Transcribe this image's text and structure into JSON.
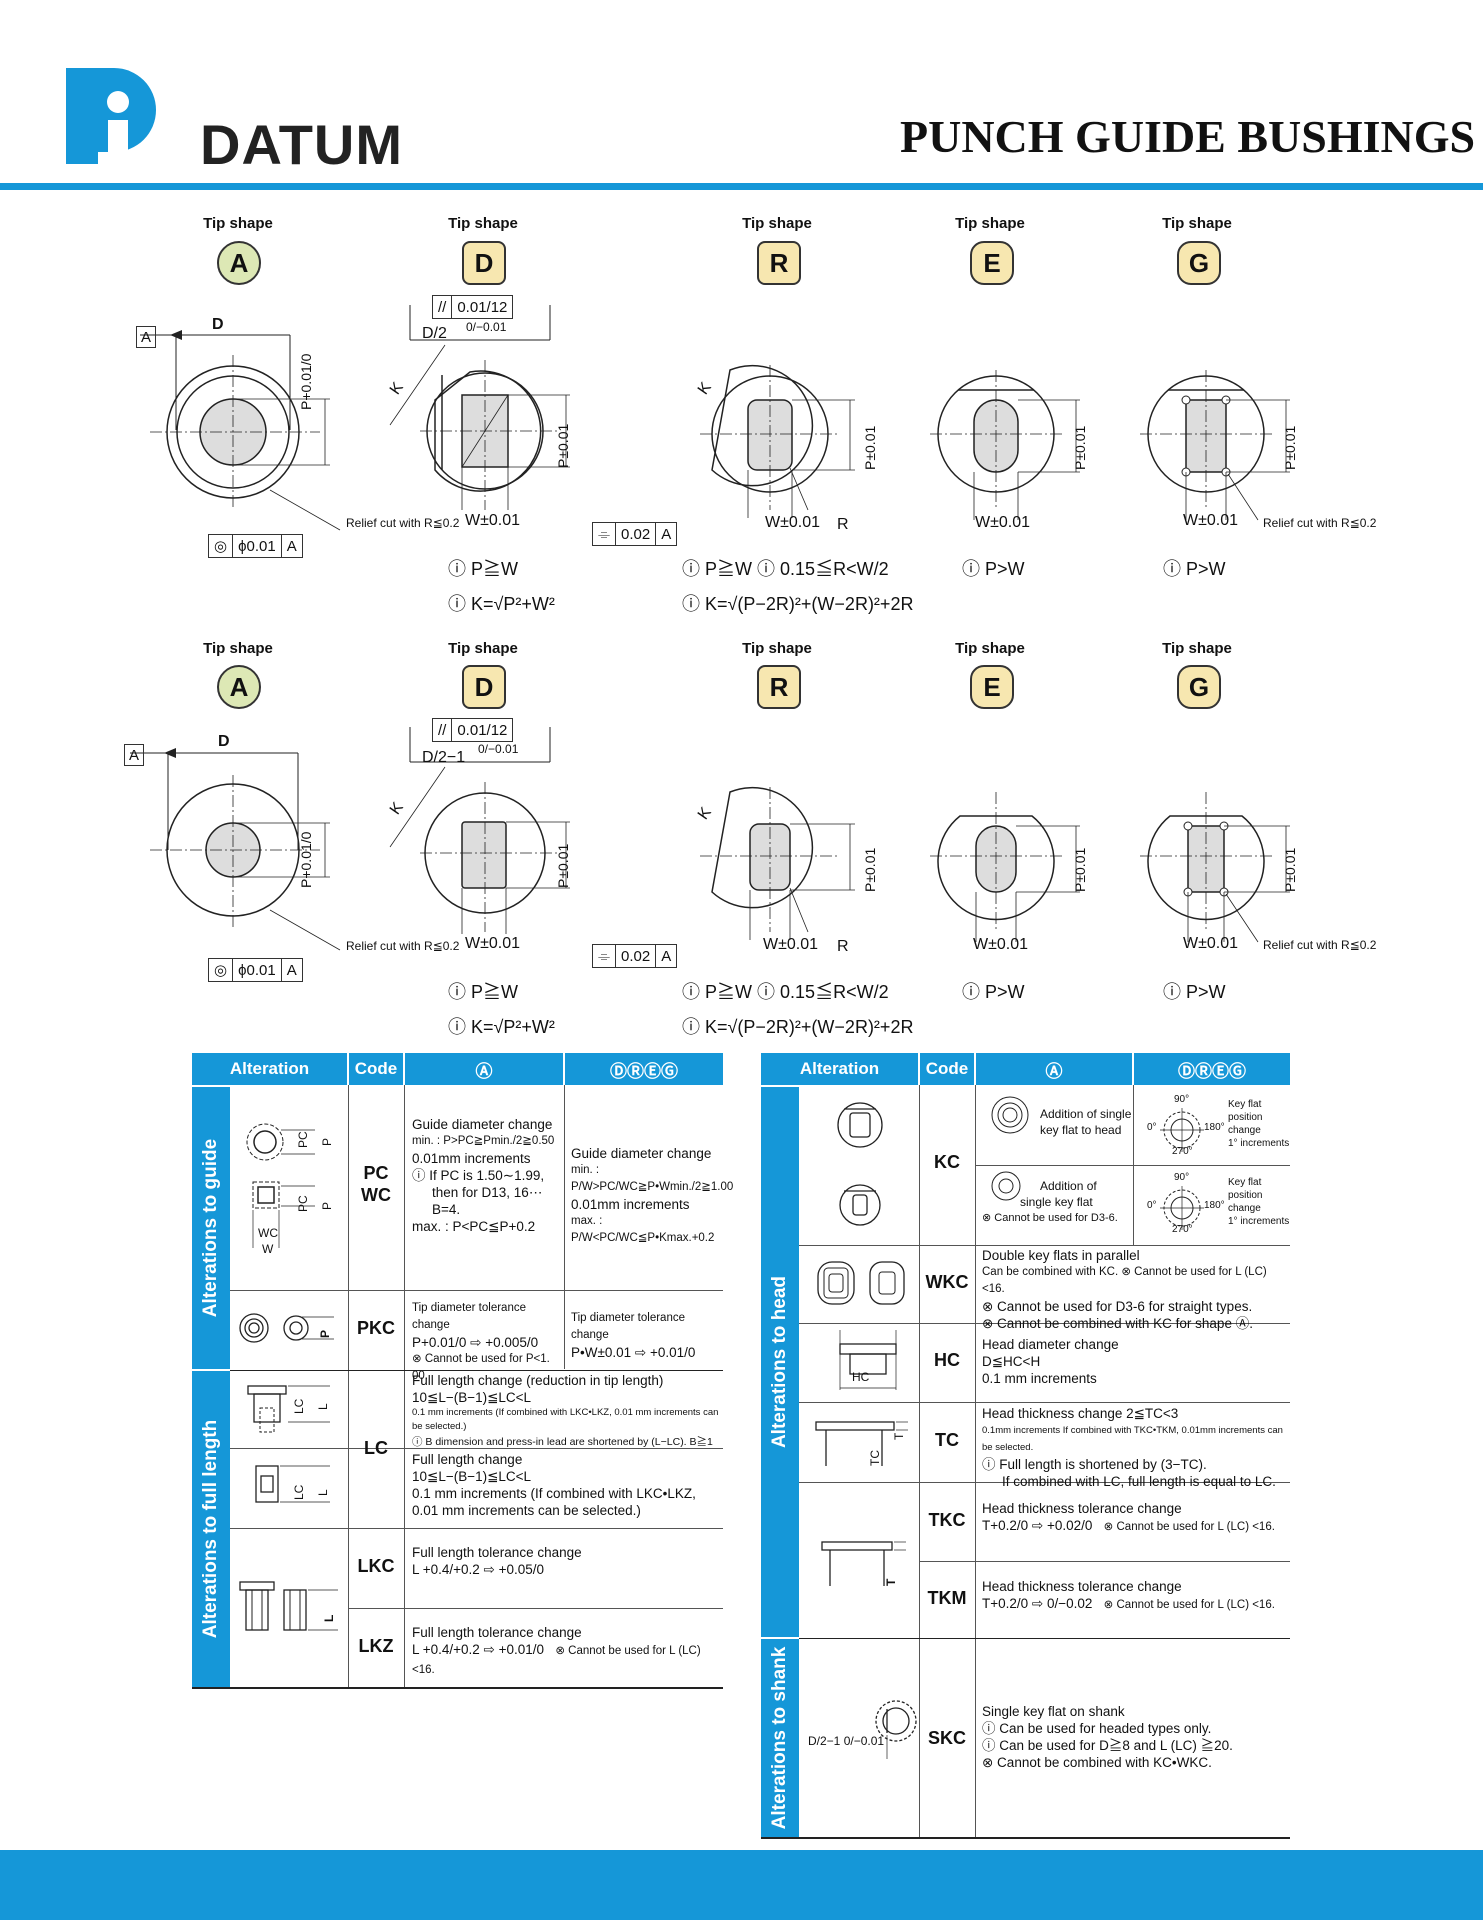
{
  "header": {
    "brand": "DATUM",
    "title": "PUNCH GUIDE BUSHINGS"
  },
  "colors": {
    "accent": "#1597d8",
    "badge_circle": "#dde8b5",
    "badge_rect": "#f7e7b0"
  },
  "tip_label": "Tip shape",
  "row1": {
    "A": {
      "letter": "A",
      "datum": "A",
      "dim_d": "D",
      "p": "P+0.01/0",
      "frame_symbol": "◎",
      "frame_value": "ϕ0.01",
      "frame_datum": "A",
      "relief": "Relief cut with R≦0.2"
    },
    "D": {
      "letter": "D",
      "frame_value": "0.01/12",
      "d2": "D/2",
      "d2_tol": "0/−0.01",
      "k": "K",
      "p": "P±0.01",
      "w": "W±0.01",
      "flat_value": "0.02",
      "flat_datum": "A",
      "f1": "P≧W",
      "f2": "K=√P²+W²"
    },
    "R": {
      "letter": "R",
      "k": "K",
      "p": "P±0.01",
      "w": "W±0.01",
      "r": "R",
      "f1": "P≧W",
      "f1b": "0.15≦R<W/2",
      "f2": "K=√(P−2R)²+(W−2R)²+2R"
    },
    "E": {
      "letter": "E",
      "p": "P±0.01",
      "w": "W±0.01",
      "f1": "P>W"
    },
    "G": {
      "letter": "G",
      "p": "P±0.01",
      "w": "W±0.01",
      "relief": "Relief cut with R≦0.2",
      "f1": "P>W"
    }
  },
  "row2": {
    "A": {
      "letter": "A",
      "datum": "A",
      "dim_d": "D",
      "p": "P+0.01/0",
      "frame_value": "ϕ0.01",
      "frame_datum": "A",
      "relief": "Relief cut with R≦0.2"
    },
    "D": {
      "letter": "D",
      "frame_value": "0.01/12",
      "d2": "D/2−1",
      "d2_tol": "0/−0.01",
      "k": "K",
      "p": "P±0.01",
      "w": "W±0.01",
      "flat_value": "0.02",
      "flat_datum": "A",
      "f1": "P≧W",
      "f2": "K=√P²+W²"
    },
    "R": {
      "letter": "R",
      "k": "K",
      "p": "P±0.01",
      "w": "W±0.01",
      "r": "R",
      "f1": "P≧W",
      "f1b": "0.15≦R<W/2",
      "f2": "K=√(P−2R)²+(W−2R)²+2R"
    },
    "E": {
      "letter": "E",
      "p": "P±0.01",
      "w": "W±0.01",
      "f1": "P>W"
    },
    "G": {
      "letter": "G",
      "p": "P±0.01",
      "w": "W±0.01",
      "relief": "Relief cut with R≦0.2",
      "f1": "P>W"
    }
  },
  "left_table": {
    "headers": {
      "alteration": "Alteration",
      "code": "Code",
      "a": "Ⓐ",
      "dreg": "ⒹⓇⒺⒼ"
    },
    "side_guide": "Alterations to guide",
    "side_full": "Alterations to full length",
    "pcwc": {
      "code": "PC\nWC",
      "a": [
        "Guide diameter change",
        "min. : P>PC≧Pmin./2≧0.50",
        "0.01mm increments",
        "ⓘ If PC is 1.50∼1.99,",
        "then for D13, 16⋯",
        "B=4.",
        "max. : P<PC≦P+0.2"
      ],
      "dreg": [
        "Guide diameter change",
        "min. : P/W>PC/WC≧P•Wmin./2≧1.00",
        "0.01mm increments",
        "max. : P/W<PC/WC≦P•Kmax.+0.2"
      ]
    },
    "pkc": {
      "code": "PKC",
      "a": [
        "Tip diameter tolerance change",
        "P+0.01/0 ⇨ +0.005/0",
        "⊗ Cannot be used for P<1. 00."
      ],
      "dreg": [
        "Tip diameter tolerance change",
        "P•W±0.01 ⇨ +0.01/0"
      ]
    },
    "lc": {
      "code": "LC",
      "a1": [
        "Full length change (reduction in tip length)",
        "10≦L−(B−1)≦LC<L",
        "0.1 mm increments (If combined with LKC•LKZ, 0.01 mm increments can be selected.)",
        "ⓘ B dimension and press-in lead are shortened by (L−LC). B≧1"
      ],
      "a2": [
        "Full length change",
        "10≦L−(B−1)≦LC<L",
        "0.1 mm increments (If combined with LKC•LKZ,",
        "0.01 mm increments can be selected.)"
      ]
    },
    "lkc": {
      "code": "LKC",
      "a": [
        "Full length tolerance change",
        "L +0.4/+0.2 ⇨ +0.05/0"
      ]
    },
    "lkz": {
      "code": "LKZ",
      "a": [
        "Full length tolerance change",
        "L +0.4/+0.2 ⇨ +0.01/0",
        "⊗ Cannot be used for L (LC) <16."
      ]
    },
    "fig_labels": {
      "pc": "PC",
      "p": "P",
      "wc": "WC",
      "w": "W",
      "lc": "LC",
      "l": "L",
      "pt": "P",
      "lt": "L"
    }
  },
  "right_table": {
    "headers": {
      "alteration": "Alteration",
      "code": "Code",
      "a": "Ⓐ",
      "dreg": "ⒹⓇⒺⒼ"
    },
    "side_head": "Alterations to head",
    "side_shank": "Alterations to shank",
    "kc": {
      "code": "KC",
      "a1": [
        "Addition of single",
        "key flat to head"
      ],
      "dreg1": [
        "Key flat",
        "position change",
        "1° increments"
      ],
      "a2": [
        "Addition of",
        "single key flat",
        "⊗ Cannot be used for D3-6."
      ],
      "dreg2": [
        "Key flat",
        "position change",
        "1° increments"
      ],
      "angles": {
        "top": "90°",
        "left": "0°",
        "right": "180°",
        "bottom": "270°"
      }
    },
    "wkc": {
      "code": "WKC",
      "a": [
        "Double key flats in parallel",
        "Can be combined with KC. ⊗ Cannot be used for L (LC) <16.",
        "⊗ Cannot be used for D3-6 for straight types.",
        "⊗ Cannot be combined with KC for shape Ⓐ."
      ]
    },
    "hc": {
      "code": "HC",
      "a": [
        "Head diameter change",
        "D≦HC<H",
        "0.1 mm increments"
      ],
      "fig": "HC"
    },
    "tc": {
      "code": "TC",
      "a": [
        "Head thickness change 2≦TC<3",
        "0.1mm increments   If combined with TKC•TKM, 0.01mm increments can be selected.",
        "ⓘ Full length is shortened by (3−TC).",
        "If combined with LC, full length is equal to LC."
      ],
      "fig_tc": "TC",
      "fig_t": "T"
    },
    "tkc": {
      "code": "TKC",
      "a": [
        "Head thickness tolerance change",
        "T+0.2/0 ⇨ +0.02/0",
        "⊗ Cannot be used for L (LC) <16."
      ],
      "fig_t": "T"
    },
    "tkm": {
      "code": "TKM",
      "a": [
        "Head thickness tolerance change",
        "T+0.2/0 ⇨ 0/−0.02",
        "⊗ Cannot be used for L (LC) <16."
      ]
    },
    "skc": {
      "code": "SKC",
      "a": [
        "Single key flat on shank",
        "ⓘ Can be used for headed types only.",
        "ⓘ Can be used for D≧8 and L (LC) ≧20.",
        "⊗ Cannot be combined with KC•WKC."
      ],
      "fig": "D/2−1 0/−0.01"
    }
  }
}
